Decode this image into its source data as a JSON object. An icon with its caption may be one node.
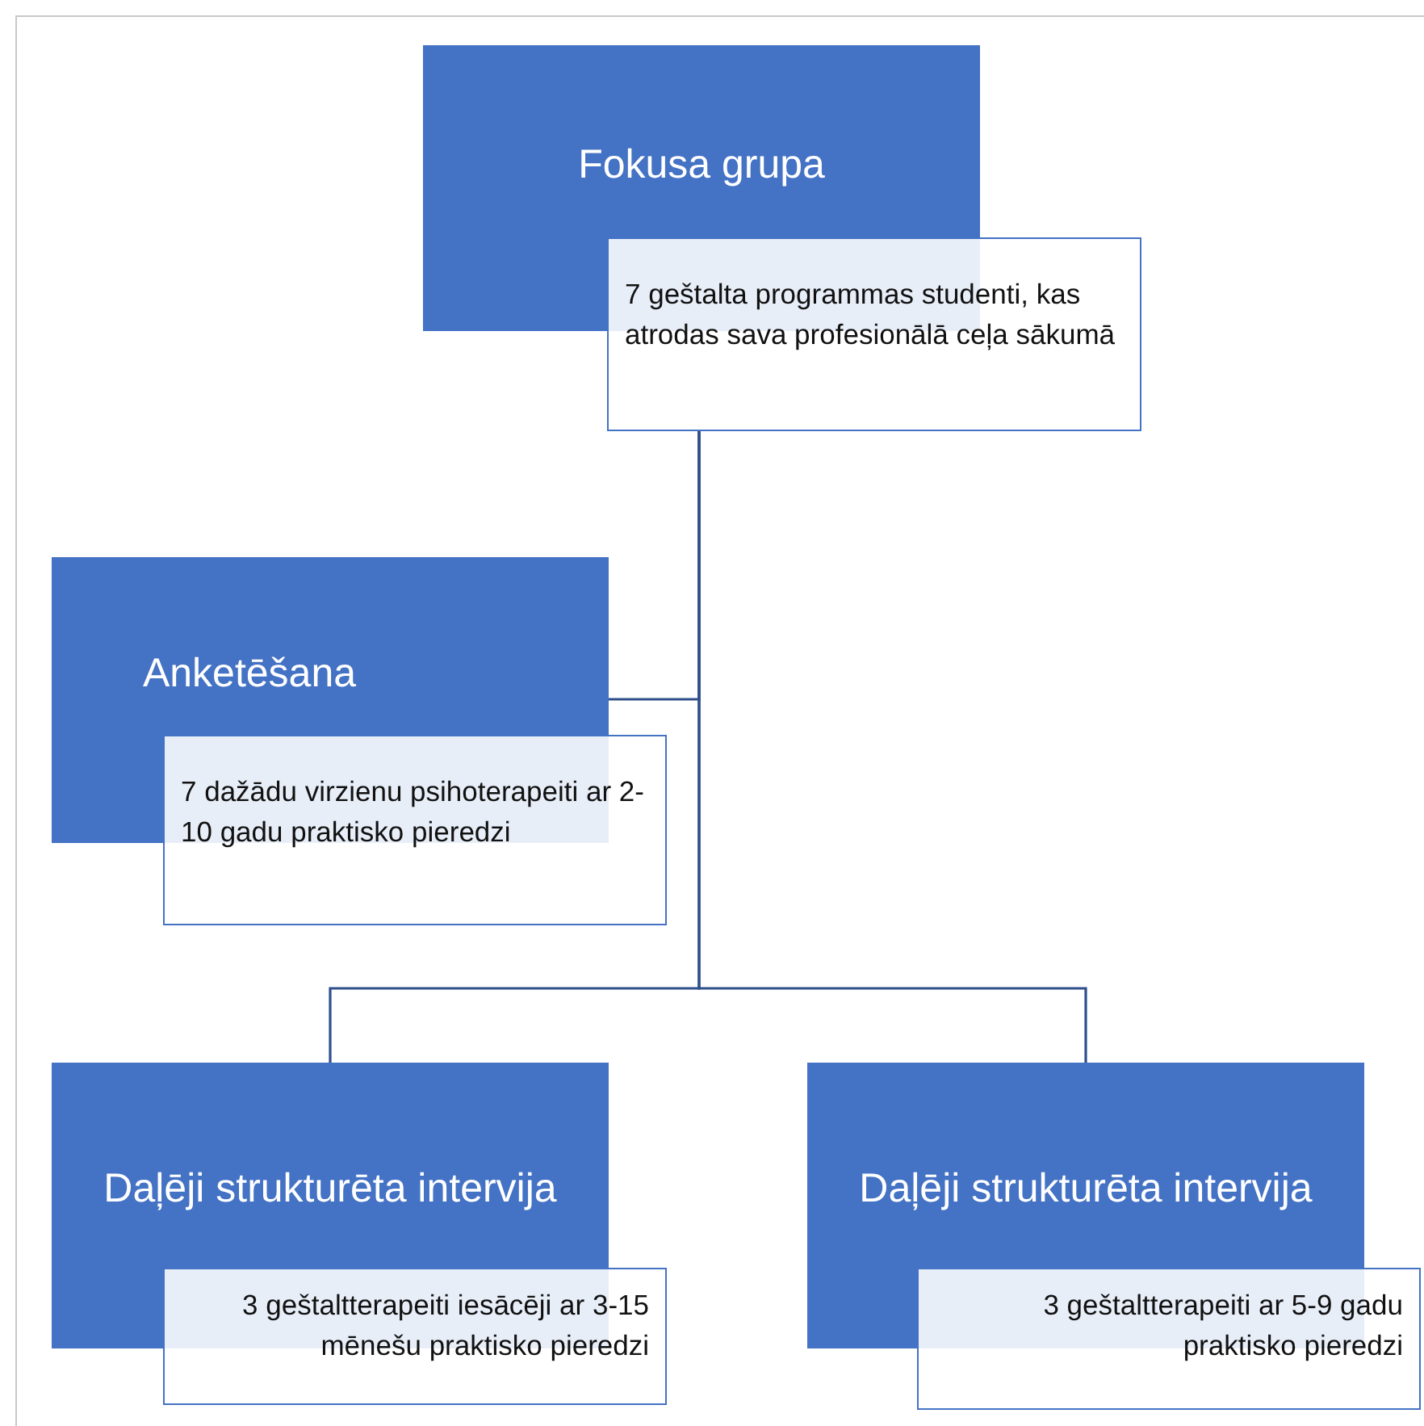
{
  "diagram": {
    "nodes": [
      {
        "text": [
          "Fokusa grupa"
        ]
      },
      {
        "text": [
          "7 geštalta programmas studenti, kas atrodas sava profesionālā ceļa sākumā"
        ]
      },
      {
        "text": [
          "Anketēšana"
        ]
      },
      {
        "text": [
          "7 dažādu virzienu psihoterapeiti ar 2-10 gadu praktisko pieredzi"
        ]
      },
      {
        "text": [
          "Daļēji strukturēta intervija"
        ]
      },
      {
        "text": [
          "3 geštaltterapeiti iesācēji ar 3-15 mēnešu praktisko pieredzi"
        ]
      },
      {
        "text": [
          "Daļēji strukturēta intervija"
        ]
      },
      {
        "text": [
          "3 geštaltterapeiti ar 5-9 gadu praktisko pieredzi"
        ]
      }
    ],
    "edges": [
      {
        "from": 1,
        "to": 2,
        "arrow": "none"
      },
      {
        "from": 1,
        "to": 4,
        "arrow": "none"
      },
      {
        "from": 1,
        "to": 6,
        "arrow": "none"
      }
    ]
  }
}
